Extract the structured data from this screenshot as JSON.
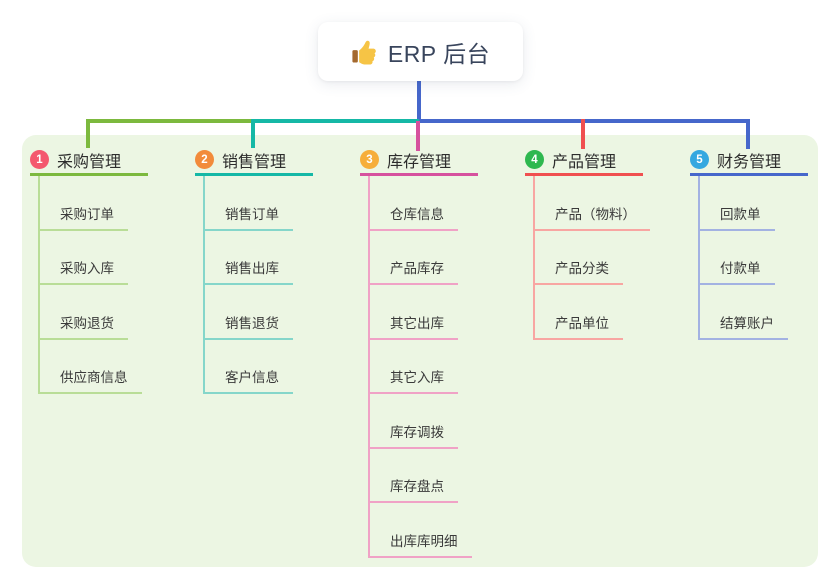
{
  "root": {
    "label": "ERP 后台",
    "icon": "thumbs-up-icon"
  },
  "colors": {
    "panel_bg": "#ecf6e3",
    "root_line": "#4667cb",
    "root_text": "#39455c"
  },
  "branches": [
    {
      "badge": "1",
      "label": "采购管理",
      "badge_color": "#f4586e",
      "line_color": "#7cb93e",
      "child_line_color": "#b9dd97",
      "children": [
        "采购订单",
        "采购入库",
        "采购退货",
        "供应商信息"
      ]
    },
    {
      "badge": "2",
      "label": "销售管理",
      "badge_color": "#f28b3b",
      "line_color": "#15b8a6",
      "child_line_color": "#85d6ca",
      "children": [
        "销售订单",
        "销售出库",
        "销售退货",
        "客户信息"
      ]
    },
    {
      "badge": "3",
      "label": "库存管理",
      "badge_color": "#f6ae3a",
      "line_color": "#d6519e",
      "child_line_color": "#f0a2c6",
      "children": [
        "仓库信息",
        "产品库存",
        "其它出库",
        "其它入库",
        "库存调拨",
        "库存盘点",
        "出库库明细"
      ]
    },
    {
      "badge": "4",
      "label": "产品管理",
      "badge_color": "#2eb84f",
      "line_color": "#f05050",
      "child_line_color": "#f8a6a2",
      "children": [
        "产品（物料）",
        "产品分类",
        "产品单位"
      ]
    },
    {
      "badge": "5",
      "label": "财务管理",
      "badge_color": "#34a8e0",
      "line_color": "#4667cb",
      "child_line_color": "#a3b2e2",
      "children": [
        "回款单",
        "付款单",
        "结算账户"
      ]
    }
  ]
}
